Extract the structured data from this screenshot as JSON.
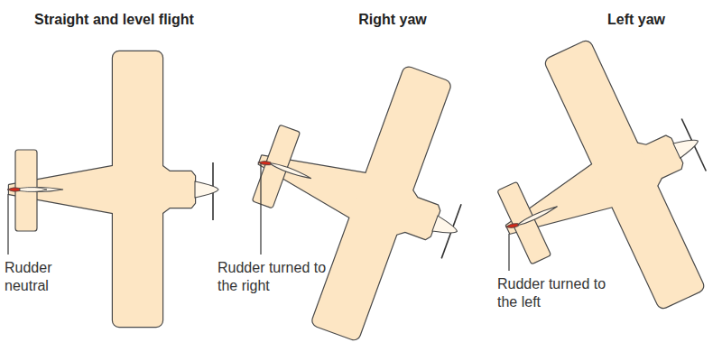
{
  "diagram": {
    "labels": [
      "Straight and level flight",
      "Right yaw",
      "Left yaw",
      "Rudder neutral",
      "Rudder turned to the right",
      "Rudder turned to the left"
    ]
  }
}
